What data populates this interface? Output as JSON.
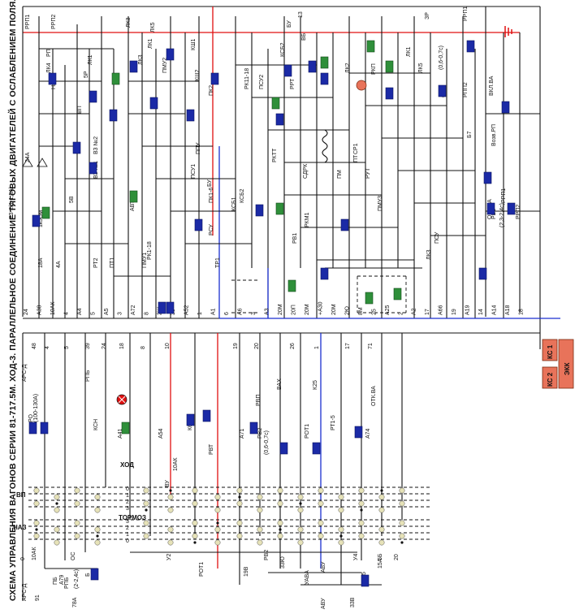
{
  "title": "СХЕМА УПРАВЛЕНИЯ ВАГОНОВ СЕРИИ 81-717.5М. ХОД-3. ПАРАЛЛЕЛЬНОЕ СОЕДИНЕНИЕ ТЯГОВЫХ ДВИГАТЕЛЕЙ С ОСЛАБЛЕНИЕМ ПОЛЯ.",
  "legend_boxes": {
    "ks1": "КС 1",
    "ks2": "КС 2",
    "ekk": "ЭКК"
  },
  "colors": {
    "red_wire": "#e01010",
    "blue_wire": "#1a2fd0",
    "coil_blue": "#1b2aa6",
    "coil_green": "#2f8f3a",
    "box_fill": "#e8735a",
    "pin_fill": "#e6e2b8"
  },
  "top_labels": [
    "РРП1",
    "РРП2",
    "ЛК3",
    "ЛК5",
    "КШ1",
    "БУ",
    "ВБ",
    "13",
    "ЗР",
    "РРП1",
    "ЛК4",
    "РП",
    "НАЗ",
    "ВП",
    "5Р",
    "ЛК1",
    "ЛК3",
    "ЛК1",
    "ПМУ2",
    "КШ2",
    "ПК2",
    "РК11-18",
    "ПСУ2",
    "КСБ2",
    "РРТ",
    "ЛК2",
    "РКП",
    "ЛК1",
    "ЛК5",
    "(0,6-0,7с)",
    "СР1",
    "РПП2",
    "Б7",
    "ВКЛ.ВА",
    "Возв.РП"
  ],
  "mid_labels": [
    "РЗ-2(1-1,5А)",
    "24А",
    "1к5Ом",
    "18А",
    "4А",
    "5В",
    "ВЗ №1",
    "ВЗ №2",
    "АВТ",
    "ПМУ1",
    "РК1-18",
    "РТ2",
    "ПТ1",
    "КСБ1",
    "КСБ2",
    "ПСУ1",
    "ППУ",
    "БУ",
    "ПК1-6",
    "РСУ",
    "СДРК",
    "ПМ",
    "ПТ",
    "РУТ",
    "ПМУ3",
    "РКТТ",
    "СР1",
    "РКМ1",
    "ТР1",
    "РВ1",
    "ЛК3",
    "ПСУ",
    "ОТК.ВА",
    "РВ3",
    "(2,3-2,4с)",
    "РРП1",
    "РРП2"
  ],
  "wire_numbers_upper": [
    "24",
    "А38",
    "10АК",
    "4",
    "А4",
    "5",
    "А5",
    "3",
    "А72",
    "8",
    "2Ж",
    "39",
    "А52",
    "1",
    "А1",
    "6",
    "А6",
    "3",
    "А3",
    "20М",
    "20П",
    "20М",
    "+А30",
    "20М",
    "2Ю",
    "8М",
    "25",
    "А25",
    "2",
    "А2",
    "17",
    "А66",
    "19",
    "А19",
    "14",
    "А14",
    "А18",
    "18"
  ],
  "wire_numbers_lower": [
    "48",
    "4",
    "5",
    "39",
    "24",
    "18",
    "8",
    "10",
    "19",
    "20",
    "26",
    "1",
    "17",
    "71",
    "РО",
    "(100-130А)",
    "АРС-Д",
    "КСН",
    "РПБ",
    "А41",
    "А54",
    "ВУ",
    "10АК",
    "К6",
    "РВТ",
    "А71",
    "РВ2",
    "(0,6-0,7с)",
    "РВП",
    "ВАХ",
    "К25",
    "РОТ1",
    "РТ1-5",
    "А74",
    "ОТК.ВА"
  ],
  "controller": {
    "row_labels": [
      "ВП",
      "НАЗ",
      "ХОД",
      "ТОРМОЗ"
    ],
    "positions_top": [
      "0",
      "1",
      "2",
      "3"
    ],
    "positions_bottom": [
      "3",
      "2",
      "1",
      "0"
    ],
    "bottom_labels": [
      "0",
      "10АК",
      "РОТ1",
      "19В",
      "РВ2",
      "33Ю",
      "АВУ",
      "15А",
      "У2",
      "У4",
      "5Б",
      "20"
    ]
  },
  "bottom_labels": [
    "АРС-Д",
    "91",
    "ПБ",
    "РПБ",
    "(2-2,4с)",
    "78А",
    "Б",
    "А79",
    "ОС",
    "АВУ",
    "33В",
    "РП-5",
    "УАВА"
  ]
}
